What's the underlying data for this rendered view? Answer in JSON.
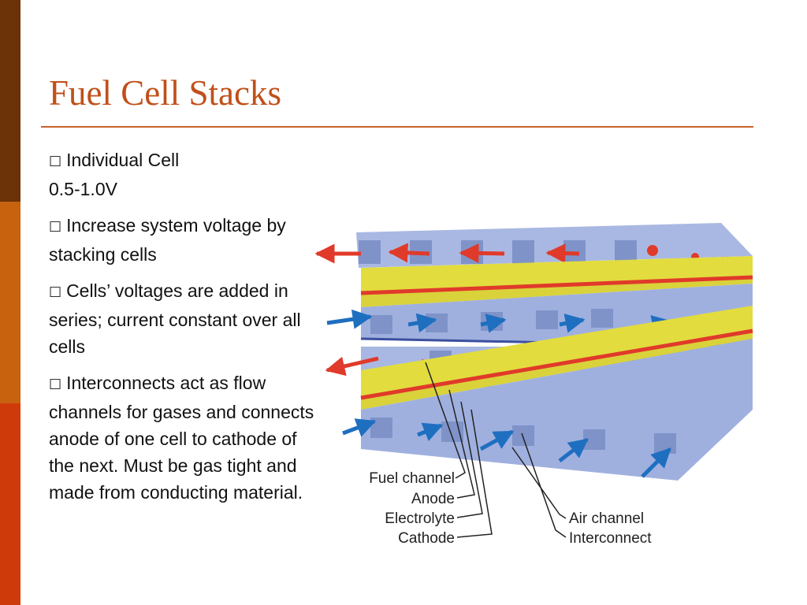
{
  "slide": {
    "title": "Fuel Cell Stacks",
    "bullet_symbol": "□",
    "bullets": [
      {
        "line1": "Individual Cell",
        "line2": "0.5-1.0V"
      },
      {
        "text": "Increase system voltage by stacking cells"
      },
      {
        "text": "Cells’ voltages are added in series; current constant over all cells"
      },
      {
        "text": "Interconnects act as flow channels for gases and connects anode of one cell to cathode of the next. Must be gas tight and made from conducting material."
      }
    ]
  },
  "diagram": {
    "labels": {
      "fuel_channel": "Fuel channel",
      "anode": "Anode",
      "electrolyte": "Electrolyte",
      "cathode": "Cathode",
      "air_channel": "Air channel",
      "interconnect": "Interconnect"
    },
    "colors": {
      "interconnect": "#8fa3d6",
      "electrolyte": "#e2dc3e",
      "fuel_arrow": "#e03a2a",
      "air_arrow": "#1f6fc0",
      "accent": "#c0501a"
    }
  }
}
